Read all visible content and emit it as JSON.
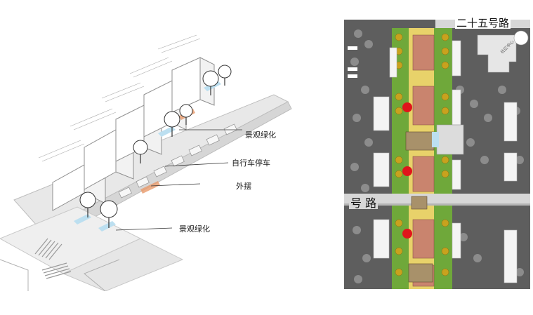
{
  "left_labels": {
    "landscape_top": "景观绿化",
    "bike_parking": "自行车停车",
    "outdoor_display": "外摆",
    "landscape_bottom": "景观绿化"
  },
  "map_labels": {
    "top_road": "二十五号路",
    "mid_road": "号 路",
    "building_label": "社区中心"
  },
  "colors": {
    "greenery": "#6fa83a",
    "tree_yellow": "#c8a21e",
    "plaza_pink": "#c9846e",
    "path_yellow": "#e8d26a",
    "marker_red": "#e0141b",
    "building_white": "#f4f4f4",
    "road_gray": "#8a8a8a"
  },
  "markers": [
    {
      "name": "red-marker-1"
    },
    {
      "name": "red-marker-2"
    },
    {
      "name": "red-marker-3"
    }
  ]
}
